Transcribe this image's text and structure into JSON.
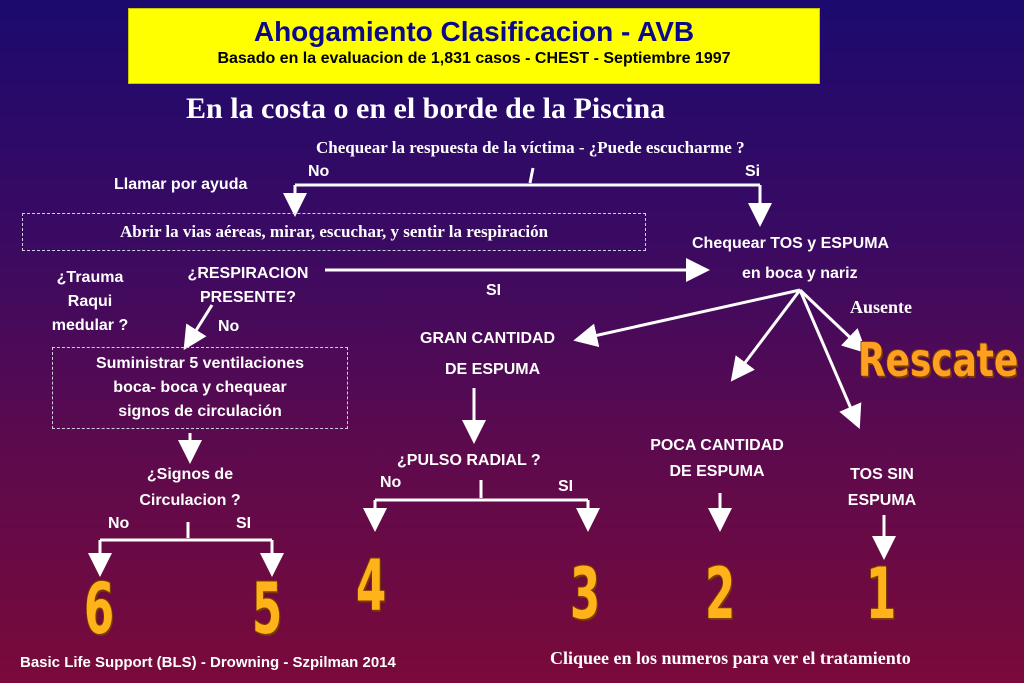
{
  "title": {
    "main": "Ahogamiento Clasificacion  -  AVB",
    "sub": "Basado en la  evaluacion de 1,831 casos - CHEST - Septiembre 1997"
  },
  "heading": "En la costa o en el borde de la Piscina",
  "check_response": "Chequear la respuesta de la víctima  - ¿Puede escucharme ?",
  "labels": {
    "no_top": "No",
    "si_top": "Si",
    "call_help": "Llamar por ayuda",
    "open_airway": "Abrir la vias aéreas, mirar, escuchar, y sentir la  respiración",
    "trauma": "¿Trauma\nRaqui\nmedular ?",
    "breathing": "¿RESPIRACION\nPRESENTE?",
    "breathing_si": "SI",
    "breathing_no": "No",
    "check_cough_1": "Chequear TOS y ESPUMA",
    "check_cough_2": "en boca y nariz",
    "absent": "Ausente",
    "rescue": "Rescate",
    "great_foam_1": "GRAN CANTIDAD",
    "great_foam_2": "DE ESPUMA",
    "ventilations": "Suministrar 5 ventilaciones\nboca- boca y chequear\nsignos de circulación",
    "radial_pulse": "¿PULSO RADIAL ?",
    "pulse_no": "No",
    "pulse_si": "SI",
    "little_foam": "POCA CANTIDAD\nDE ESPUMA",
    "cough_no_foam": "TOS SIN\nESPUMA",
    "circulation": "¿Signos de\nCirculacion ?",
    "circ_no": "No",
    "circ_si": "SI"
  },
  "grades": [
    "6",
    "5",
    "4",
    "3",
    "2",
    "1"
  ],
  "footer": {
    "left": "Basic Life Support (BLS) - Drowning - Szpilman 2014",
    "right": "Cliquee en los numeros para ver el tratamiento"
  },
  "colors": {
    "title_bg": "#ffff00",
    "title_text": "#0a0a8a",
    "grade_number": "#ffb21a"
  }
}
